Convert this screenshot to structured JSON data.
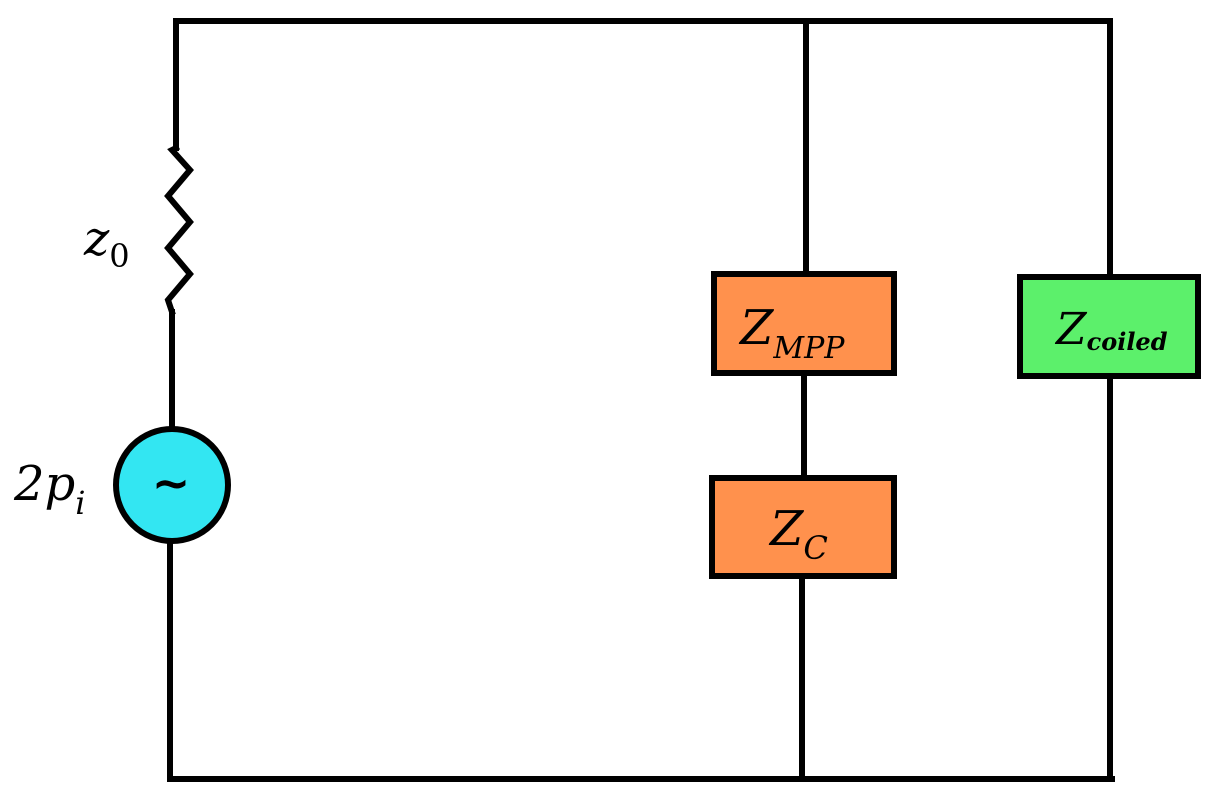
{
  "diagram": {
    "colors": {
      "wire": "#000000",
      "source_fill": "#33e6f2",
      "mpp_fill": "#ff914d",
      "c_fill": "#ff914d",
      "coiled_fill": "#5cf06b",
      "background": "#ffffff"
    },
    "resistor": {
      "label_main": "z",
      "label_sub": "0",
      "icon": "zigzag-resistor-icon"
    },
    "source": {
      "label_main": "2p",
      "label_sub": "i",
      "symbol": "~",
      "icon": "ac-source-icon"
    },
    "z_mpp": {
      "label_main": "Z",
      "label_sub": "MPP"
    },
    "z_c": {
      "label_main": "Z",
      "label_sub": "C"
    },
    "z_coiled": {
      "label_main": "Z",
      "label_sub": "coiled"
    }
  }
}
